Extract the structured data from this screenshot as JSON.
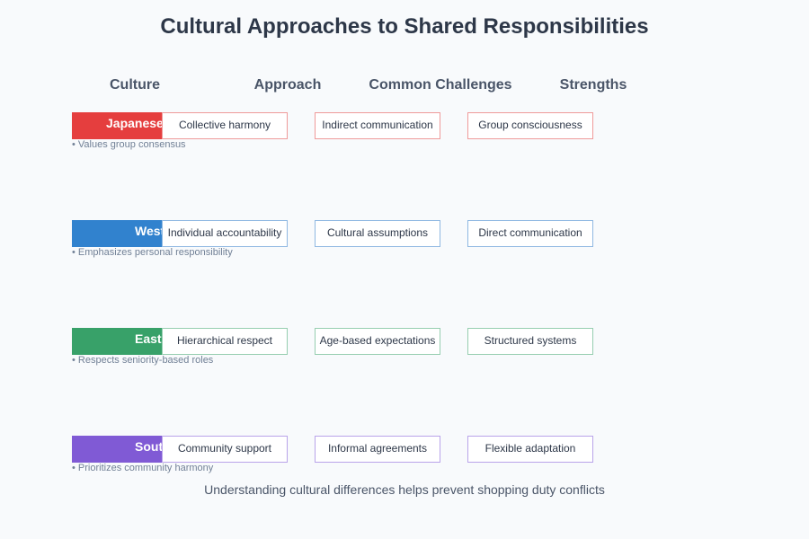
{
  "title": "Cultural Approaches to Shared Responsibilities",
  "headers": [
    "Culture",
    "Approach",
    "Common Challenges",
    "Strengths"
  ],
  "rows": [
    {
      "culture": "Japanese",
      "note": "• Values group consensus",
      "color": "#e53e3e",
      "border": "#ef9a9a",
      "approach": "Collective harmony",
      "challenge": "Indirect communication",
      "strength": "Group consciousness"
    },
    {
      "culture": "West",
      "note": "• Emphasizes personal responsibility",
      "color": "#3182ce",
      "border": "#8fb8e2",
      "approach": "Individual accountability",
      "challenge": "Cultural assumptions",
      "strength": "Direct communication"
    },
    {
      "culture": "East",
      "note": "• Respects seniority-based roles",
      "color": "#38a169",
      "border": "#96ceb0",
      "approach": "Hierarchical respect",
      "challenge": "Age-based expectations",
      "strength": "Structured systems"
    },
    {
      "culture": "Sout",
      "note": "• Prioritizes community harmony",
      "color": "#805ad5",
      "border": "#b9a4ea",
      "approach": "Community support",
      "challenge": "Informal agreements",
      "strength": "Flexible adaptation"
    }
  ],
  "footer": "Understanding cultural differences helps prevent shopping duty conflicts"
}
